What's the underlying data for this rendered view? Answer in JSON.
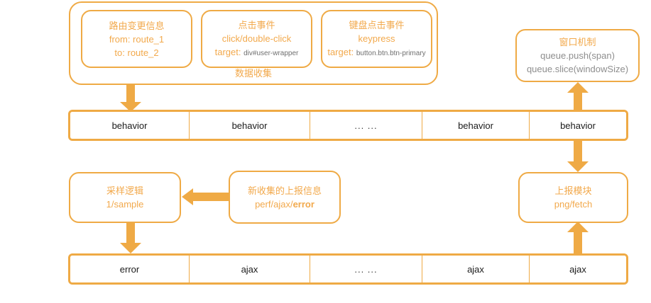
{
  "diagram": {
    "accent_color": "#F2A94C",
    "arrow_color": "#EFAA45",
    "border_color": "#EFAA45",
    "text_color": "#1b1b1b",
    "background": "#ffffff"
  },
  "collection_group": {
    "caption": "数据收集",
    "cards": [
      {
        "title": "路由变更信息",
        "line2": "from: route_1",
        "line3": "to: route_2"
      },
      {
        "title": "点击事件",
        "line2": "click/double-click",
        "label": "target:",
        "value": "div#user-wrapper"
      },
      {
        "title": "键盘点击事件",
        "line2": "keypress",
        "label": "target:",
        "value": "button.btn.btn-primary"
      }
    ]
  },
  "window_module": {
    "title": "窗口机制",
    "line2": "queue.push(span)",
    "line3": "queue.slice(windowSize)"
  },
  "behavior_queue": {
    "cells": [
      "behavior",
      "behavior",
      "... ...",
      "behavior",
      "behavior"
    ]
  },
  "sampling_module": {
    "title": "采样逻辑",
    "line2": "1/sample"
  },
  "new_report_module": {
    "title": "新收集的上报信息",
    "line2_prefix": "perf/ajax/",
    "line2_bold": "error"
  },
  "report_module": {
    "title": "上报模块",
    "line2": "png/fetch"
  },
  "report_queue": {
    "cells": [
      "error",
      "ajax",
      "... ...",
      "ajax",
      "ajax"
    ]
  },
  "arrows": [
    {
      "name": "collection-to-behavior",
      "direction": "down"
    },
    {
      "name": "behavior-to-window",
      "direction": "up"
    },
    {
      "name": "behavior-to-report",
      "direction": "down"
    },
    {
      "name": "new-report-to-sampling",
      "direction": "left"
    },
    {
      "name": "sampling-to-report-queue",
      "direction": "down"
    },
    {
      "name": "report-queue-to-report-module",
      "direction": "up"
    }
  ]
}
